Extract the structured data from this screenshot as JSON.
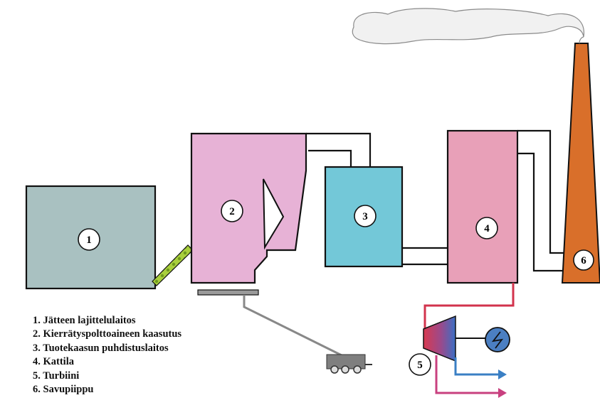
{
  "diagram": {
    "components": [
      {
        "id": "1",
        "label": "1"
      },
      {
        "id": "2",
        "label": "2"
      },
      {
        "id": "3",
        "label": "3"
      },
      {
        "id": "4",
        "label": "4"
      },
      {
        "id": "5",
        "label": "5"
      },
      {
        "id": "6",
        "label": "6"
      }
    ]
  },
  "legend": {
    "items": [
      "1. Jätteen lajittelulaitos",
      "2. Kierrätyspolttoaineen kaasutus",
      "3. Tuotekaasun puhdistuslaitos",
      "4. Kattila",
      "5. Turbiini",
      "6. Savupiippu"
    ]
  },
  "colors": {
    "sorting_plant": "#a9c1c1",
    "gasifier": "#e5526b",
    "gas_cleaning": "#73c8d8",
    "boiler": "#e5526b",
    "chimney": "#d96f2a",
    "feed_conveyor": "#a9cf3c",
    "steam_line": "#d2334c",
    "water_line": "#3a7fc4",
    "return_line": "#c8407f",
    "generator": "#4b7fc2"
  }
}
